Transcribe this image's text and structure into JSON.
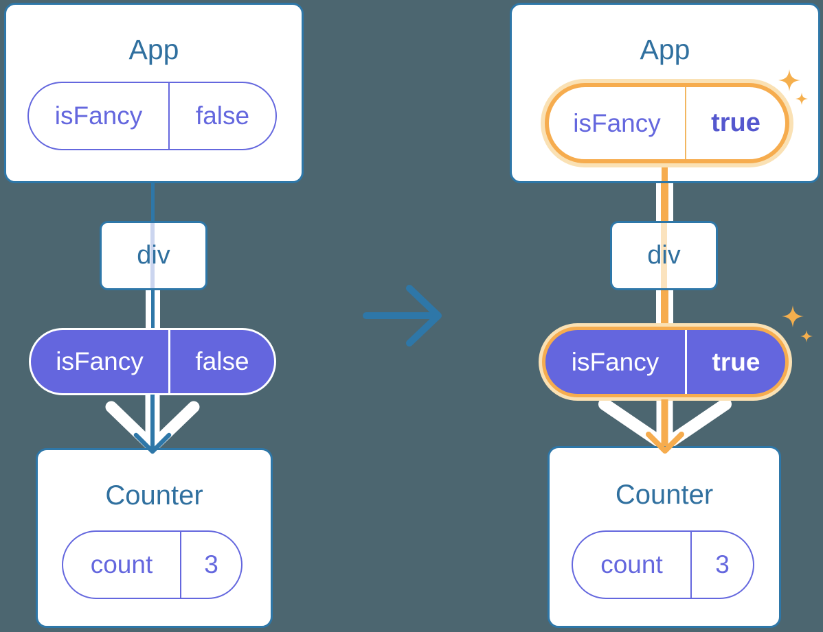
{
  "diagram": {
    "description": "prop-passing-before-after",
    "background_color": "#4C6670",
    "colors": {
      "card_border": "#2E77A8",
      "title_text": "#30709F",
      "purple": "#6466DE",
      "purple_text": "#6467DE",
      "orange_highlight": "#F6AC4E",
      "orange_glow": "#FAE1B4",
      "sparkle": "#F5AF4D",
      "white": "#FFFFFF"
    }
  },
  "before": {
    "app": {
      "title": "App",
      "prop": {
        "name": "isFancy",
        "value": "false"
      }
    },
    "div": {
      "label": "div"
    },
    "passed_prop": {
      "name": "isFancy",
      "value": "false"
    },
    "counter": {
      "title": "Counter",
      "state": {
        "name": "count",
        "value": "3"
      }
    }
  },
  "transition": {
    "arrow_icon": "arrow-right-icon"
  },
  "after": {
    "app": {
      "title": "App",
      "prop": {
        "name": "isFancy",
        "value": "true"
      }
    },
    "div": {
      "label": "div"
    },
    "passed_prop": {
      "name": "isFancy",
      "value": "true"
    },
    "counter": {
      "title": "Counter",
      "state": {
        "name": "count",
        "value": "3"
      }
    }
  }
}
